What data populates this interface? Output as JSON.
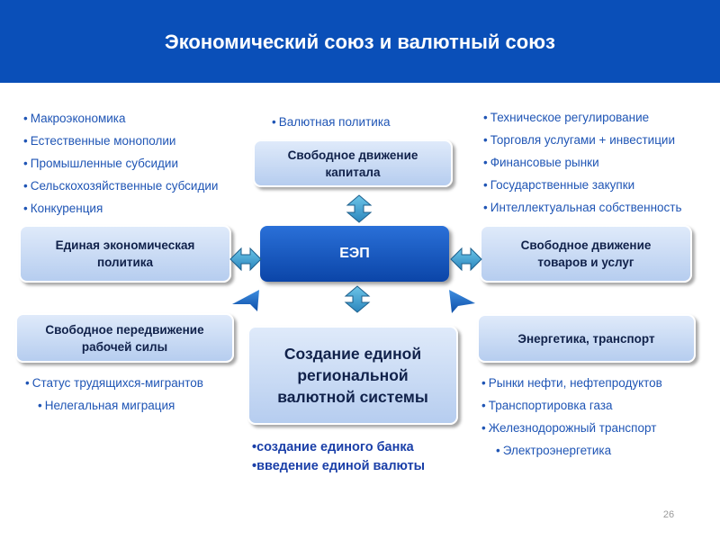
{
  "header": {
    "title": "Экономический союз и валютный союз"
  },
  "left_top_list": [
    "Макроэкономика",
    "Естественные монополии",
    "Промышленные субсидии",
    "Сельскохозяйственные субсидии",
    "Конкуренция"
  ],
  "center_top_list": [
    "Валютная политика"
  ],
  "right_top_list": [
    "Техническое регулирование",
    "Торговля услугами + инвестиции",
    "Финансовые рынки",
    "Государственные закупки",
    "Интеллектуальная собственность"
  ],
  "boxes": {
    "capital": [
      "Свободное движение",
      "капитала"
    ],
    "economic_policy": [
      "Единая экономическая",
      "политика"
    ],
    "center": "ЕЭП",
    "goods": [
      "Свободное движение",
      "товаров и услуг"
    ],
    "labour": [
      "Свободное передвижение",
      "рабочей силы"
    ],
    "currency_system": [
      "Создание единой",
      "региональной",
      "валютной системы"
    ],
    "energy": [
      "Энергетика, транспорт"
    ]
  },
  "left_bottom_list": [
    "Статус трудящихся-мигрантов",
    "Нелегальная миграция"
  ],
  "center_bottom_list": [
    "создание единого банка",
    "введение единой валюты"
  ],
  "right_bottom_list": [
    "Рынки нефти, нефтепродуктов",
    "Транспортировка газа",
    "Железнодорожный транспорт",
    "Электроэнергетика"
  ],
  "page_number": "26",
  "colors": {
    "header": "#0a4fb8",
    "text_blue": "#1f55b5",
    "box_fill": "#c9daf5",
    "center_fill": "#0b45a8",
    "arrow_fill": "#3aa0cf"
  }
}
